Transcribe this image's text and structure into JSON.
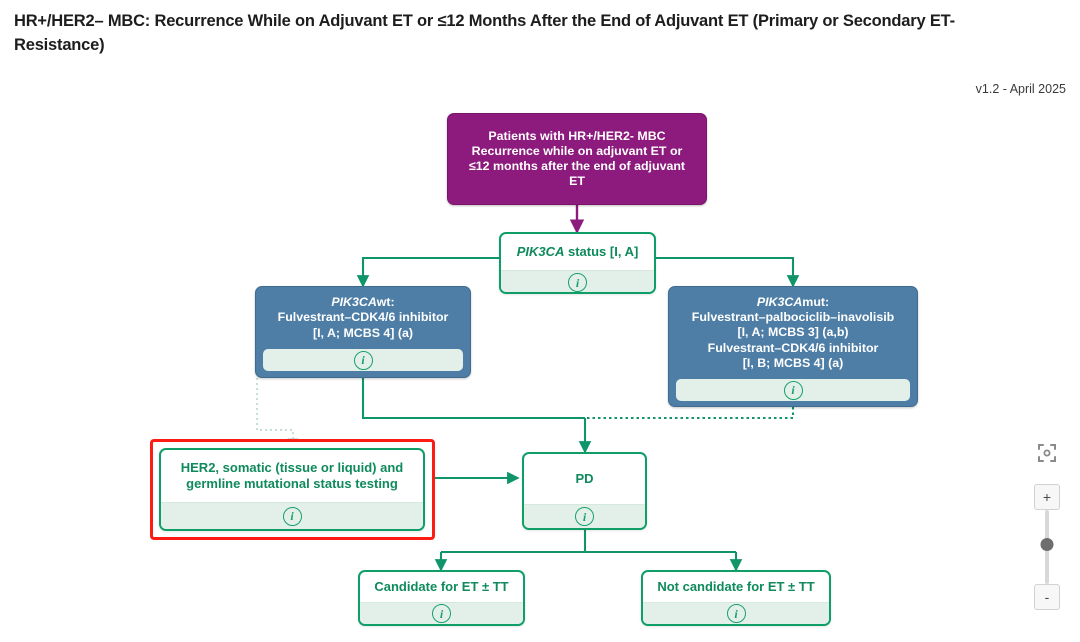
{
  "header": {
    "title": "HR+/HER2– MBC: Recurrence While on Adjuvant ET or ≤12 Months After the End of Adjuvant ET (Primary or Secondary ET-Resistance)",
    "version": "v1.2 - April 2025"
  },
  "colors": {
    "purple": "#8d1a7d",
    "blue": "#4e7ea6",
    "green": "#0f9e68",
    "green_text": "#0f8a5c",
    "footer_tint": "#e3f0ea",
    "highlight_red": "#fc1c14"
  },
  "nodes": {
    "root": {
      "line1": "Patients with HR+/HER2- MBC",
      "line2": "Recurrence while on adjuvant ET or",
      "line3": "≤12 months after the end of adjuvant",
      "line4": "ET"
    },
    "pik3ca_status": {
      "gene": "PIK3CA",
      "rest": " status [I, A]",
      "info": "i"
    },
    "pik3ca_wt": {
      "gene": "PIK3CA",
      "suffix": "wt:",
      "line2": "Fulvestrant–CDK4/6 inhibitor",
      "line3": "[I, A; MCBS 4] (a)",
      "info": "i"
    },
    "pik3ca_mut": {
      "gene": "PIK3CA",
      "suffix": "mut:",
      "line2": "Fulvestrant–palbociclib–inavolisib",
      "line3": "[I, A; MCBS 3] (a,b)",
      "line4": "Fulvestrant–CDK4/6 inhibitor",
      "line5": "[I, B; MCBS 4] (a)",
      "info": "i"
    },
    "her2_testing": {
      "line1": "HER2, somatic (tissue or liquid) and",
      "line2": "germline mutational status testing",
      "info": "i"
    },
    "pd": {
      "label": "PD",
      "info": "i"
    },
    "candidate": {
      "label": "Candidate for ET ± TT",
      "info": "i"
    },
    "not_candidate": {
      "label": "Not candidate for ET ± TT",
      "info": "i"
    }
  },
  "controls": {
    "focus_icon": "focus-frame-icon",
    "zoom_in": "+",
    "zoom_out": "-",
    "slider_value": 50
  }
}
